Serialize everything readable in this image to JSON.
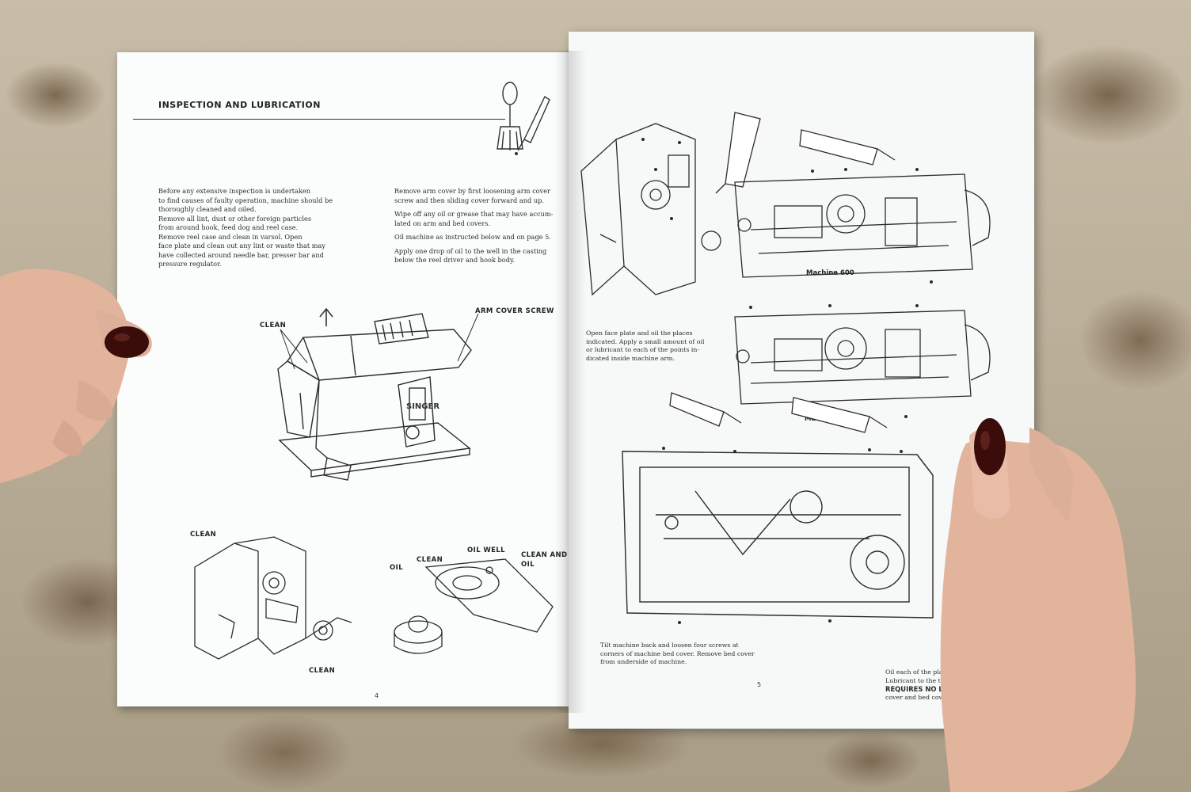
{
  "colors": {
    "paper": "#fbfcfc",
    "ink": "#2b2b2b",
    "cloth": "#b9ad98",
    "nail": "#3a0d0a",
    "skin": "#e7bfa9"
  },
  "left_page": {
    "header": "INSPECTION AND LUBRICATION",
    "paragraphs_left": [
      "Before any extensive inspection is undertaken",
      "to find causes of faulty operation, machine should be",
      "thoroughly cleaned and oiled.",
      "Remove all lint, dust or other foreign particles",
      "from around hook, feed dog and reel case.",
      "Remove reel case and clean in varsol. Open",
      "face plate and clean out any lint or waste that may",
      "have collected around needle bar, presser bar and",
      "pressure regulator."
    ],
    "paragraphs_right": [
      "Remove arm cover by first loosening arm cover",
      "screw and then sliding cover forward and up.",
      "Wipe off any oil or grease that may have accum-",
      "lated on arm and bed covers.",
      "Oil machine as instructed below and on page 5.",
      "Apply one drop of oil to the well in the casting",
      "below the reel driver and hook body."
    ],
    "labels": {
      "clean_top": "CLEAN",
      "arm_cover_screw": "ARM COVER SCREW",
      "clean_left": "CLEAN",
      "clean_bottom": "CLEAN",
      "oil": "OIL",
      "clean_mid": "CLEAN",
      "oil_well": "OIL WELL",
      "clean_and_oil_1": "CLEAN AND",
      "clean_and_oil_2": "OIL"
    },
    "page_number": "4"
  },
  "right_page": {
    "caption_600": "Machine 600",
    "caption_603": "Machine 603",
    "face_plate_text": [
      "Open face plate and oil the places",
      "indicated. Apply a small amount of oil",
      "or lubricant to each of the points in-",
      "dicated inside machine arm."
    ],
    "tilt_text": [
      "Tilt machine back and loosen four screws at",
      "corners of machine bed cover. Remove bed cover",
      "from underside of machine."
    ],
    "oil_text": [
      "Oil each of the places indicated and a",
      "Lubricant to the two sets of gears. Th",
      "REQUIRES NO LUBRICATION. Replac",
      "cover and bed cover."
    ],
    "page_number": "5"
  }
}
